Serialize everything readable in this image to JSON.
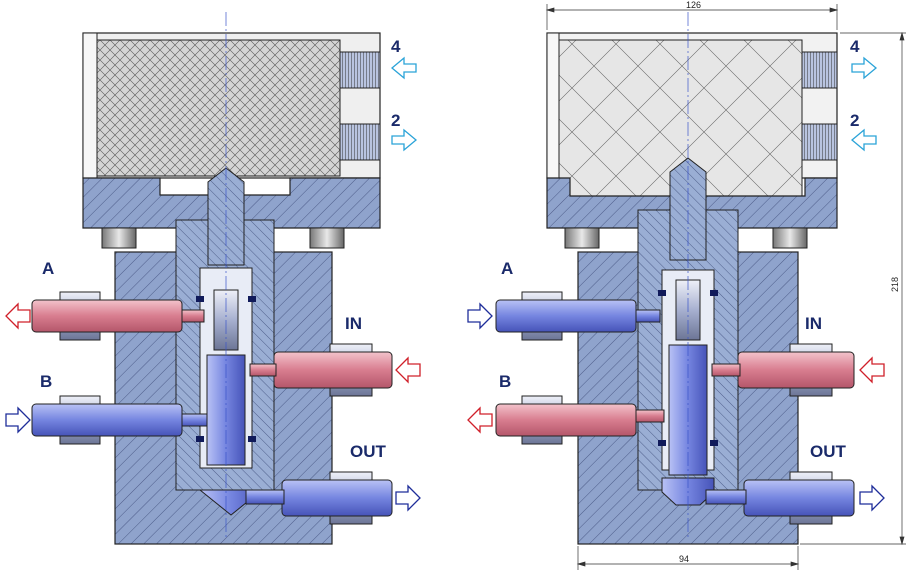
{
  "colors": {
    "body_blue": "#8fa3cc",
    "dark_blue": "#1a2a6a",
    "pink_flow": "#e3909e",
    "blue_flow": "#7f8fe6",
    "cyan_arrow": "#2aa3d8",
    "red_arrow": "#d0202a",
    "navy_arrow": "#1f2e9a",
    "actuator_fill": "#d2d2d2"
  },
  "left_view": {
    "port_4": "4",
    "port_2": "2",
    "port_A": "A",
    "port_B": "B",
    "port_IN": "IN",
    "port_OUT": "OUT"
  },
  "right_view": {
    "port_4": "4",
    "port_2": "2",
    "port_A": "A",
    "port_B": "B",
    "port_IN": "IN",
    "port_OUT": "OUT",
    "dim_width_top": "126",
    "dim_width_bottom": "94",
    "dim_height": "218"
  }
}
